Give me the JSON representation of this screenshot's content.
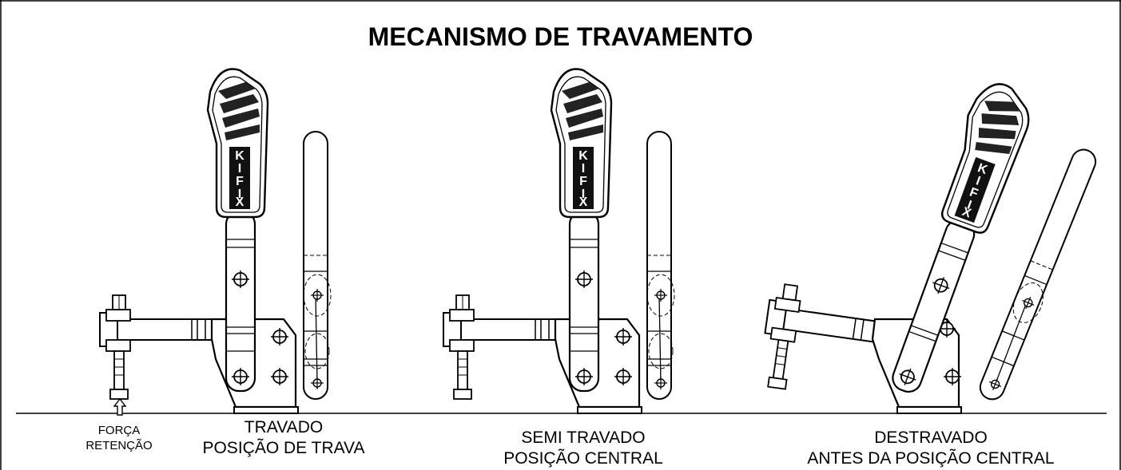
{
  "title": "MECANISMO DE TRAVAMENTO",
  "brand": "KIFIX",
  "force_label": {
    "line1": "FORÇA",
    "line2": "RETENÇÃO"
  },
  "states": [
    {
      "name": "TRAVADO",
      "description": "POSIÇÃO DE TRAVA"
    },
    {
      "name": "SEMI TRAVADO",
      "description": "POSIÇÃO CENTRAL"
    },
    {
      "name": "DESTRAVADO",
      "description": "ANTES DA POSIÇÃO CENTRAL"
    }
  ]
}
